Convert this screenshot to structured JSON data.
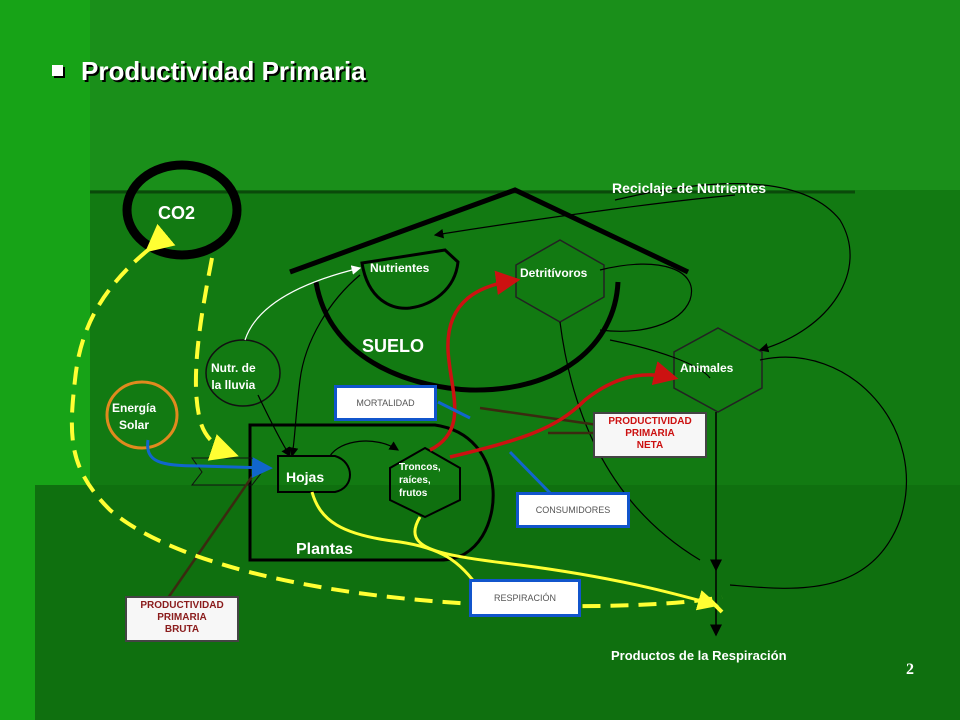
{
  "title": "Productividad Primaria",
  "labels": {
    "co2": "CO2",
    "reciclaje": "Reciclaje de Nutrientes",
    "nutrientes": "Nutrientes",
    "detritivoros": "Detritívoros",
    "suelo": "SUELO",
    "nutr_lluvia_1": "Nutr. de",
    "nutr_lluvia_2": "la lluvia",
    "animales": "Animales",
    "energia_1": "Energía",
    "energia_2": "Solar",
    "hojas": "Hojas",
    "troncos_1": "Troncos,",
    "troncos_2": "raíces,",
    "troncos_3": "frutos",
    "plantas": "Plantas",
    "productos": "Productos de la Respiración"
  },
  "boxes": {
    "mortalidad": "MORTALIDAD",
    "consumidores": "CONSUMIDORES",
    "respiracion": "RESPIRACIÓN"
  },
  "prod_neta": [
    "PRODUCTIVIDAD",
    "PRIMARIA",
    "NETA"
  ],
  "prod_bruta": [
    "PRODUCTIVIDAD",
    "PRIMARIA",
    "BRUTA"
  ],
  "page_number": "2",
  "colors": {
    "arrow_red": "#cc1111",
    "arrow_yellow": "#ffff33",
    "arrow_blue": "#1166cc",
    "energy_ring": "#e08a1e",
    "neta_text": "#cc1111",
    "bruta_text": "#8a1c1c"
  }
}
